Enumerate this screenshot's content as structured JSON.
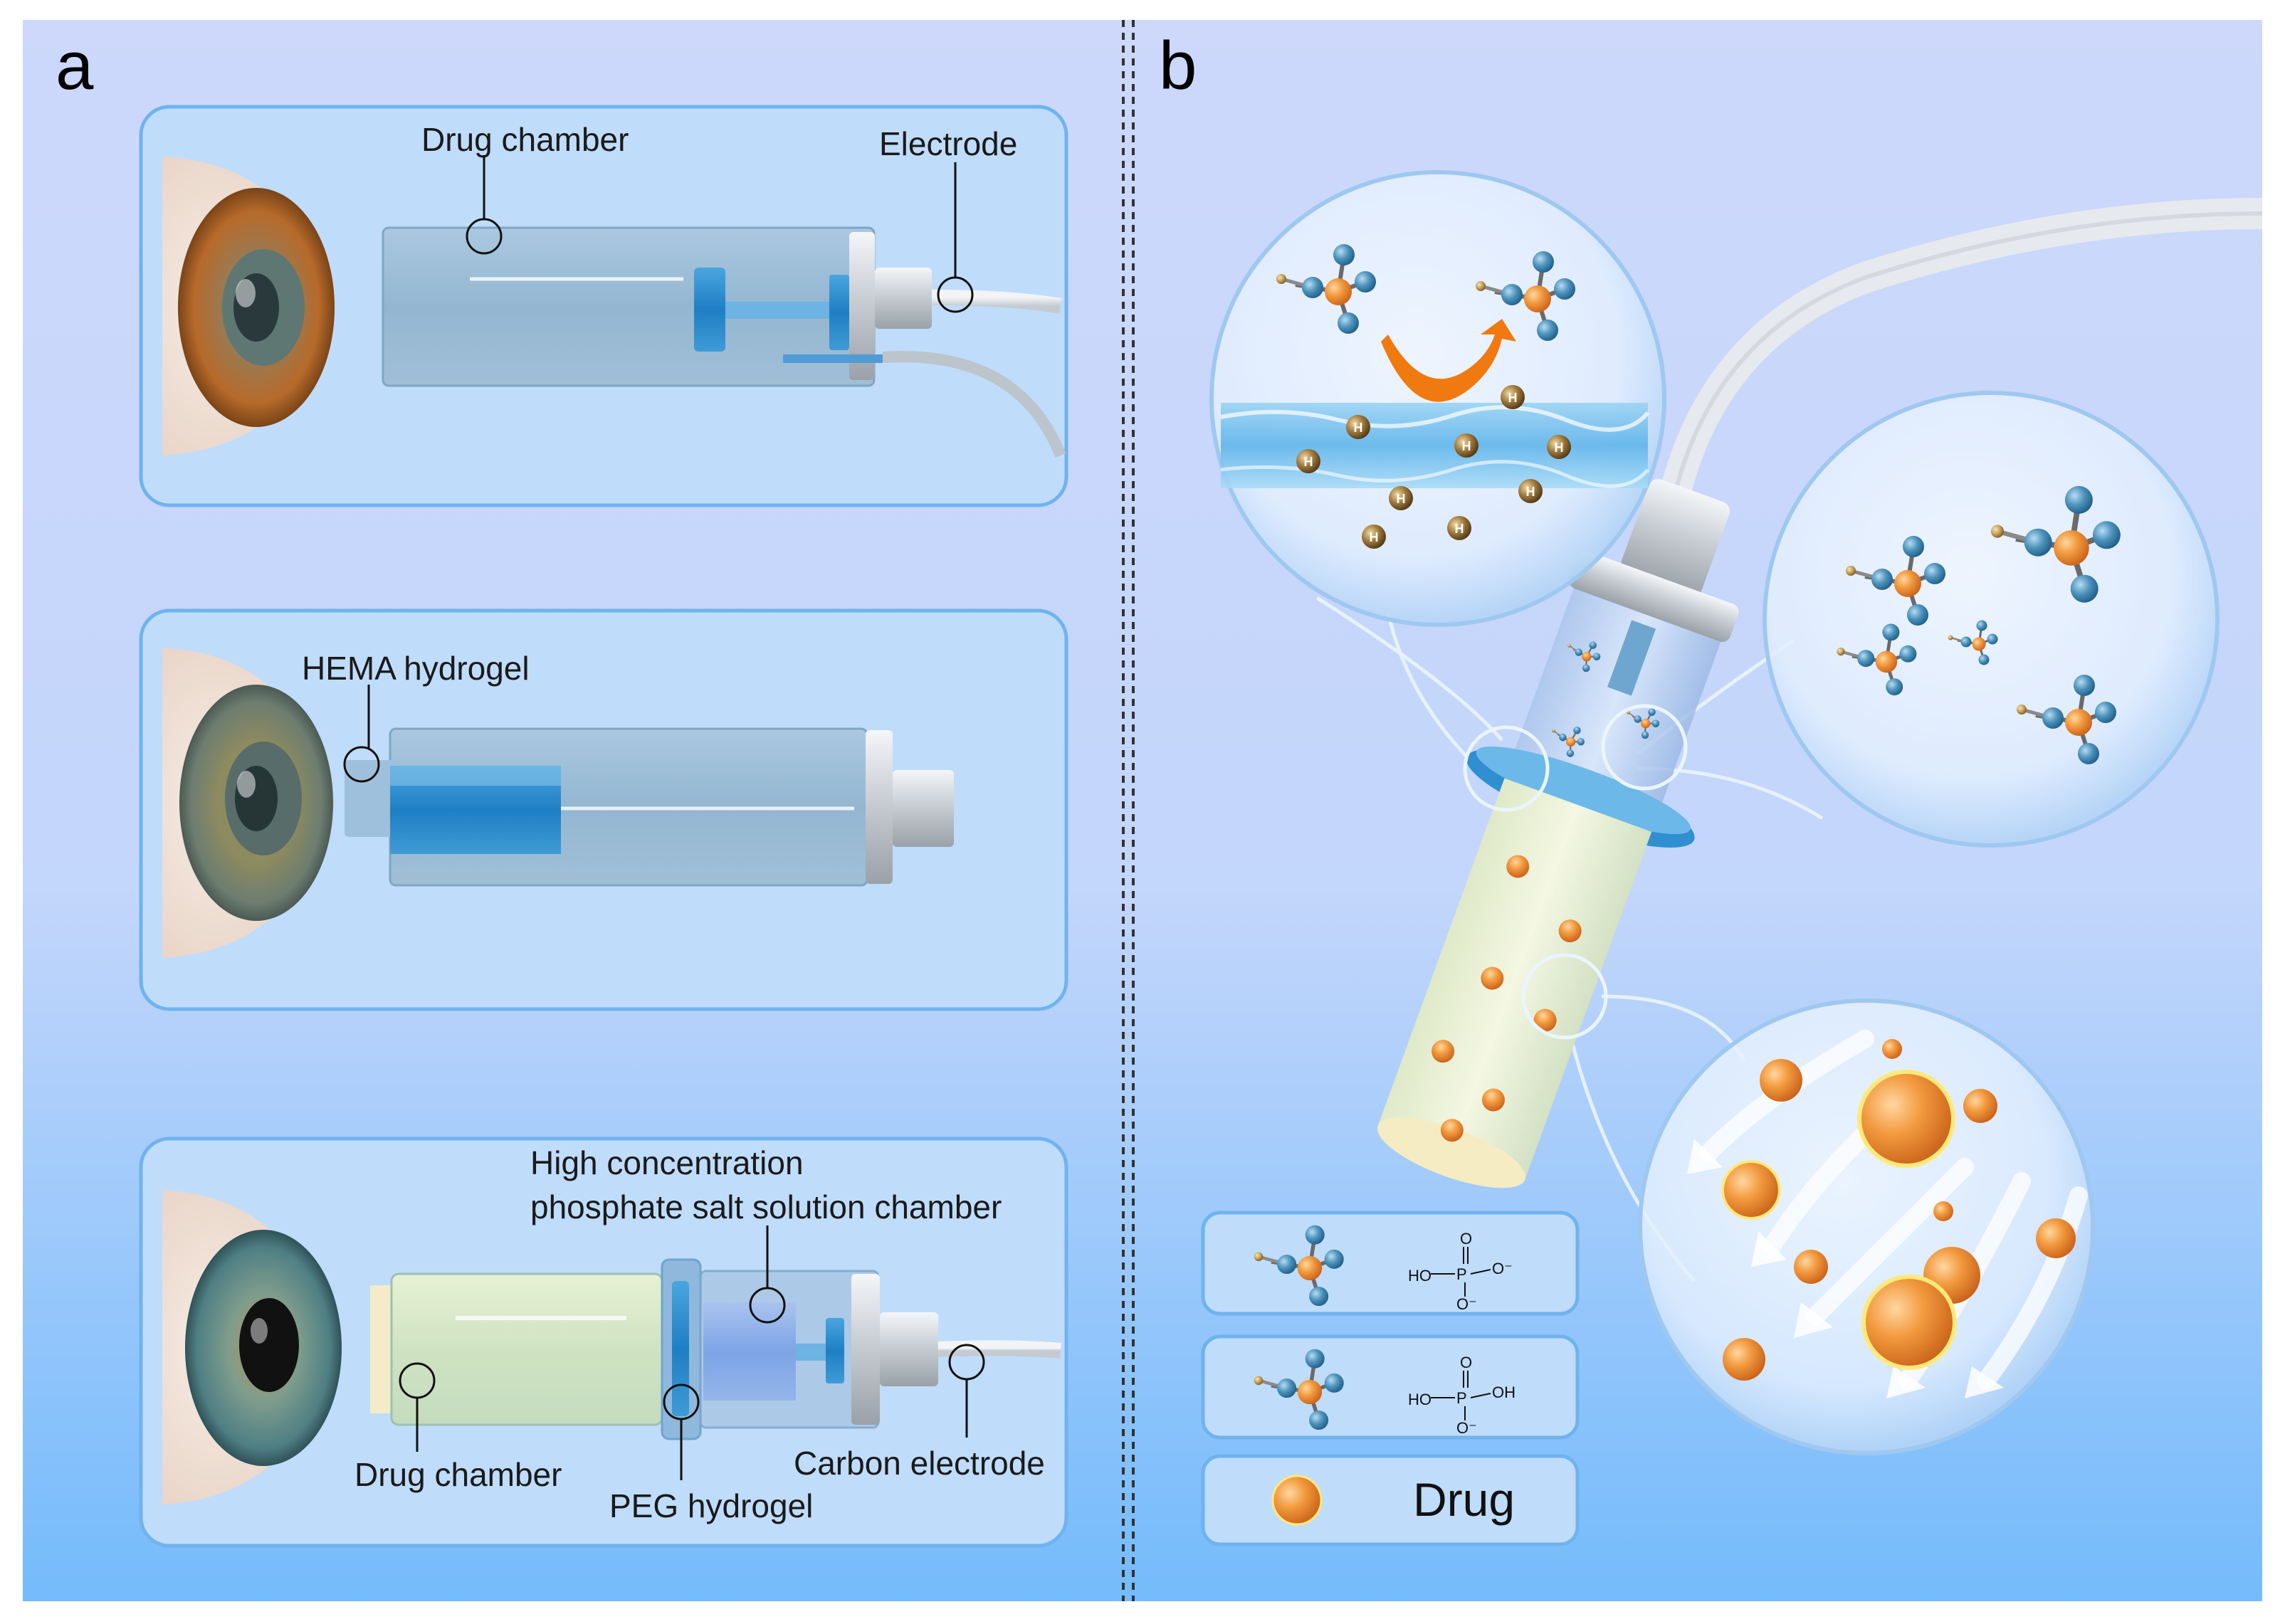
{
  "panel_a": {
    "letter": "a",
    "box1": {
      "drug_chamber": "Drug chamber",
      "electrode": "Electrode"
    },
    "box2": {
      "hema": "HEMA hydrogel"
    },
    "box3": {
      "high_conc_line1": "High concentration",
      "high_conc_line2": "phosphate salt solution chamber",
      "drug_chamber": "Drug chamber",
      "peg": "PEG hydrogel",
      "carbon": "Carbon electrode"
    }
  },
  "panel_b": {
    "letter": "b",
    "legend": {
      "row1": {
        "ho": "HO",
        "p": "P",
        "o_top": "O",
        "o_right": "O⁻",
        "o_bottom": "O⁻"
      },
      "row2": {
        "ho": "HO",
        "p": "P",
        "o_top": "O",
        "oh": "OH",
        "o_bottom": "O⁻"
      },
      "row3": {
        "drug": "Drug"
      }
    },
    "proton_label": "H+"
  },
  "colors": {
    "background_top": "#cdd9fb",
    "background_bottom": "#77bcfb",
    "box_fill": "#bfdcfb",
    "box_border": "#6fb3ee",
    "drug_orange": "#f08a2c",
    "arrow_orange": "#f07a10"
  }
}
